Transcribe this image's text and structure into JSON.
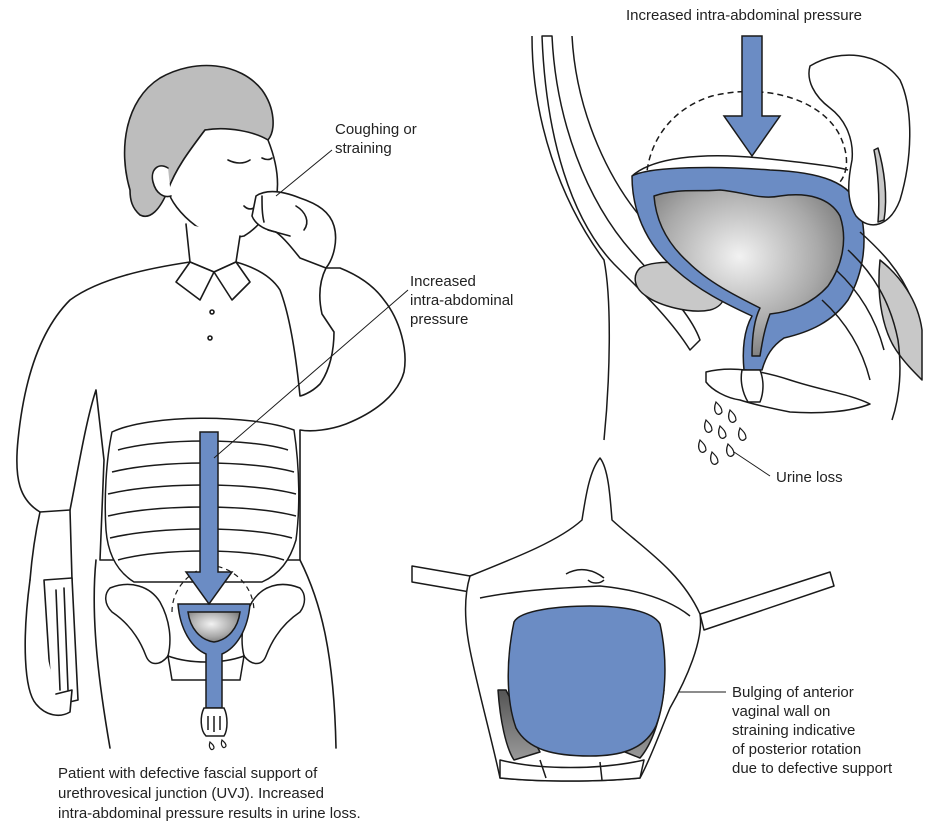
{
  "labels": {
    "coughing": [
      "Coughing or",
      "straining"
    ],
    "increased_left": [
      "Increased",
      "intra-abdominal",
      "pressure"
    ],
    "increased_top": "Increased intra-abdominal pressure",
    "urine_loss": "Urine loss",
    "bulging": [
      "Bulging of anterior",
      "vaginal wall on",
      "straining indicative",
      "of posterior rotation",
      "due to defective support"
    ]
  },
  "caption": [
    "Patient with defective fascial support of",
    "urethrovesical junction (UVJ).  Increased",
    "intra-abdominal pressure results in urine loss."
  ],
  "colors": {
    "blue": "#6b8cc4",
    "line": "#1a1a1a",
    "hair": "#bdbdbd",
    "gray": "#c8c8c8"
  }
}
